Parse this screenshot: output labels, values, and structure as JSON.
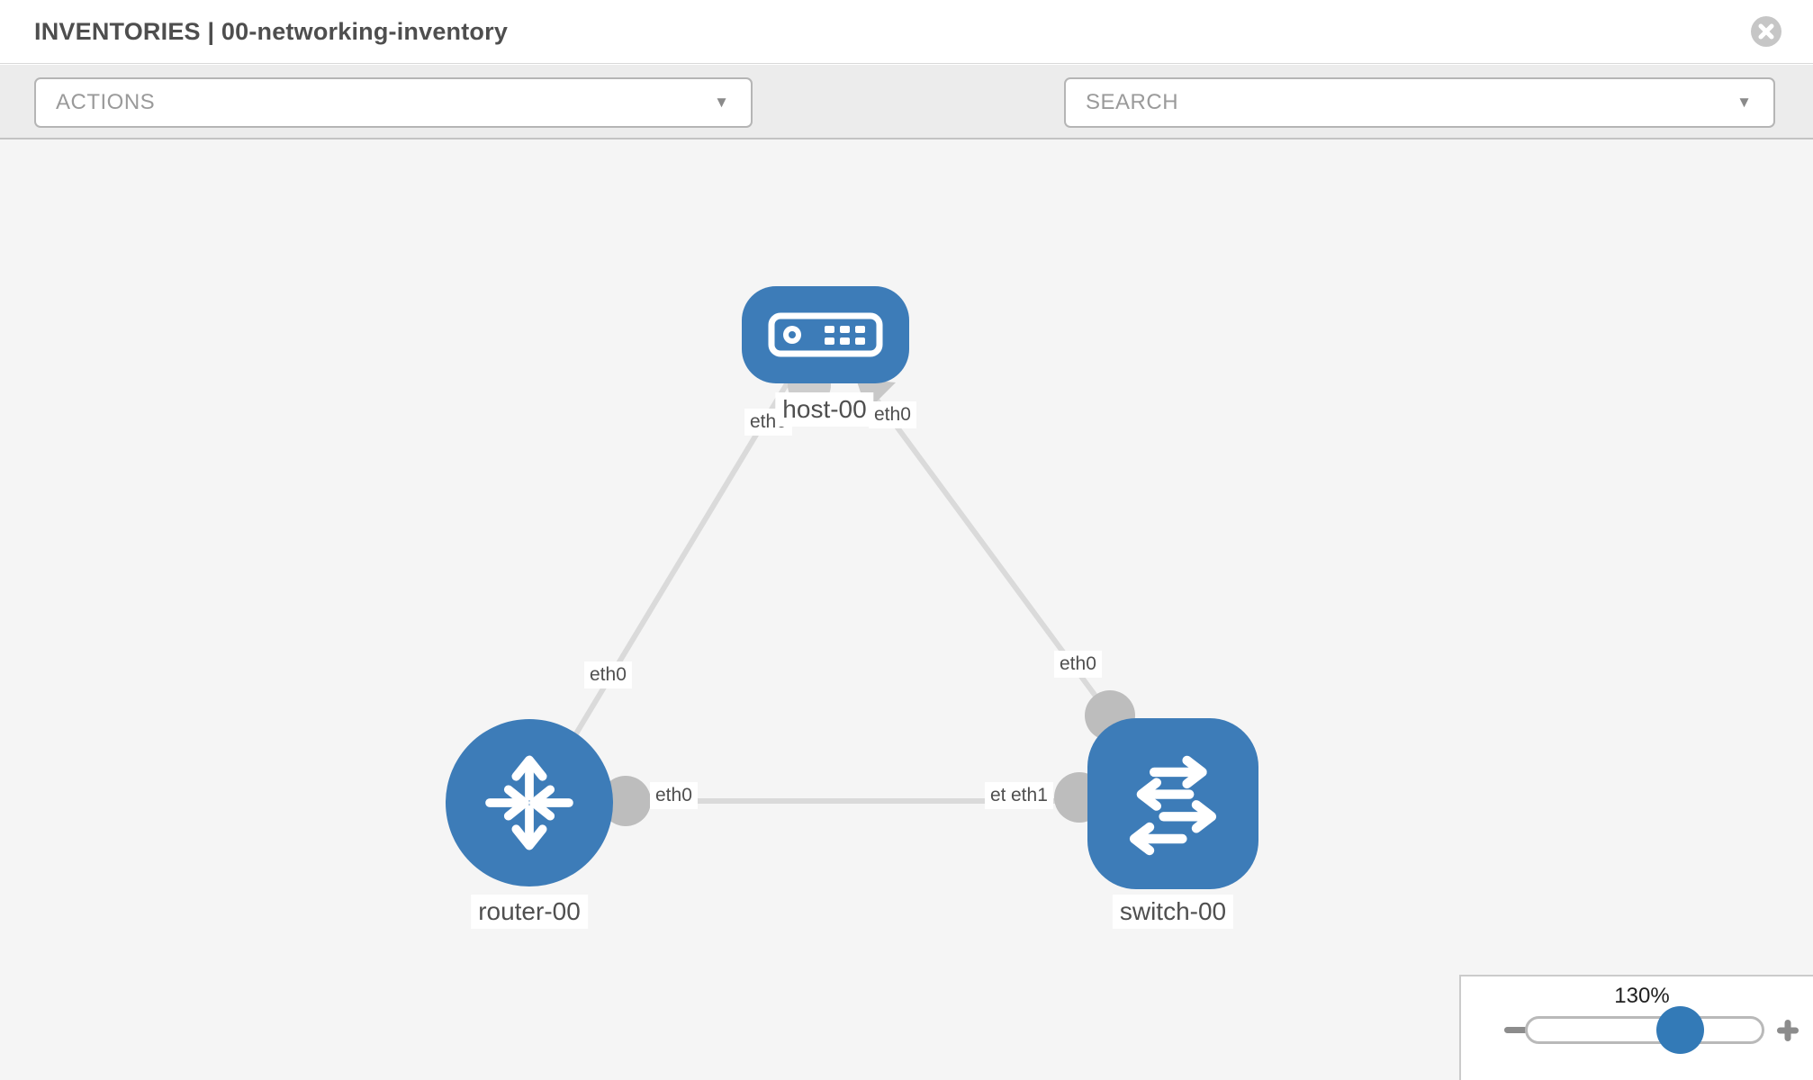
{
  "header": {
    "title": "INVENTORIES | 00-networking-inventory"
  },
  "toolbar": {
    "actions_placeholder": "ACTIONS",
    "search_placeholder": "SEARCH",
    "caret": "▼",
    "icons": [
      "wrench-icon",
      "key-icon"
    ]
  },
  "topology": {
    "nodes": [
      {
        "id": "host-00",
        "label": "host-00",
        "type": "host",
        "icon": "host-icon"
      },
      {
        "id": "router-00",
        "label": "router-00",
        "type": "router",
        "icon": "router-icon"
      },
      {
        "id": "switch-00",
        "label": "switch-00",
        "type": "switch",
        "icon": "switch-icon"
      }
    ],
    "links": [
      {
        "source": "host-00",
        "target": "router-00",
        "source_interface": "eth0",
        "target_interface": "eth0"
      },
      {
        "source": "host-00",
        "target": "switch-00",
        "source_interface": "eth0",
        "target_interface": "eth0"
      },
      {
        "source": "router-00",
        "target": "switch-00",
        "source_interface": "eth0",
        "target_interface": "eth1",
        "target_interface_overlapped": "eth0"
      }
    ]
  },
  "zoom_control": {
    "level": "130%",
    "minus": "−",
    "plus": "+"
  },
  "colors": {
    "node_fill": "#3d7cb8",
    "link_line": "#dadada",
    "interface_circle": "#bdbdbd",
    "slider_thumb": "#337ab7",
    "canvas_background": "#f5f5f5",
    "toolbar_background": "#ececec"
  }
}
